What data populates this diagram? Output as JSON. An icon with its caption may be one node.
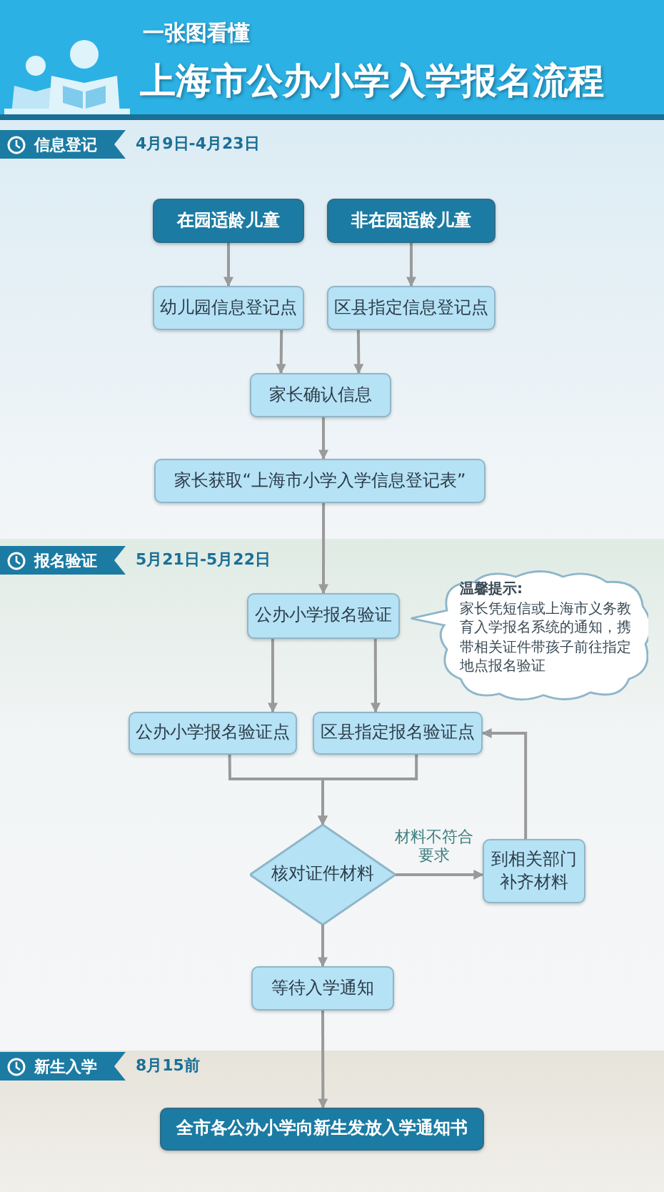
{
  "diagram": {
    "title": "上海市公办小学入学报名流程",
    "nodes": [
      {
        "text": [
          "在园适龄儿童"
        ]
      },
      {
        "text": [
          "非在园适龄儿童"
        ]
      },
      {
        "text": [
          "幼儿园信息登记点"
        ]
      },
      {
        "text": [
          "区县指定信息登记点"
        ]
      },
      {
        "text": [
          "家长确认信息"
        ]
      },
      {
        "text": [
          "家长获取“上海市小学入学信息登记表”"
        ]
      },
      {
        "text": [
          "公办小学报名验证"
        ]
      },
      {
        "text": [
          "温馨提示:",
          "家长凭短信或上海市义务教育入学报名系统的通知，携带相关证件带孩子前往指定地点报名验证"
        ]
      },
      {
        "text": [
          "公办小学报名验证点"
        ]
      },
      {
        "text": [
          "区县指定报名验证点"
        ]
      },
      {
        "text": [
          "核对证件材料"
        ]
      },
      {
        "text": [
          "到相关部门补齐材料"
        ]
      },
      {
        "text": [
          "等待入学通知"
        ]
      },
      {
        "text": [
          "全市各公办小学向新生发放入学通知书"
        ]
      }
    ],
    "edges": [
      {
        "from": 0,
        "to": 2,
        "arrow": "to"
      },
      {
        "from": 1,
        "to": 3,
        "arrow": "to"
      },
      {
        "from": 2,
        "to": 4,
        "arrow": "to"
      },
      {
        "from": 3,
        "to": 4,
        "arrow": "to"
      },
      {
        "from": 4,
        "to": 5,
        "arrow": "to"
      },
      {
        "from": 5,
        "to": 6,
        "arrow": "to"
      },
      {
        "from": 6,
        "to": 8,
        "arrow": "to"
      },
      {
        "from": 6,
        "to": 9,
        "arrow": "to"
      },
      {
        "from": 8,
        "to": 10,
        "arrow": "to"
      },
      {
        "from": 9,
        "to": 10,
        "arrow": "to"
      },
      {
        "from": 10,
        "to": 11,
        "arrow": "to",
        "label": "材料不符合要求"
      },
      {
        "from": 11,
        "to": 9,
        "arrow": "to"
      },
      {
        "from": 10,
        "to": 12,
        "arrow": "to"
      },
      {
        "from": 12,
        "to": 13,
        "arrow": "to"
      }
    ],
    "labels": [
      "一张图看懂",
      "信息登记",
      "4月9日-4月23日",
      "报名验证",
      "5月21日-5月22日",
      "新生入学",
      "8月15前"
    ]
  }
}
